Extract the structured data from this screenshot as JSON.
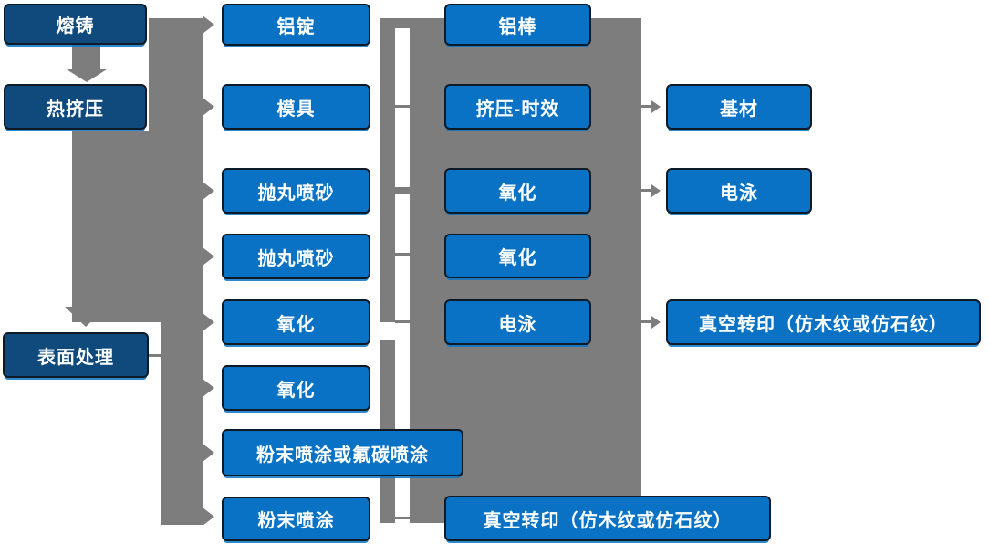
{
  "flowchart": {
    "column1": [
      "熔铸",
      "热挤压",
      "表面处理"
    ],
    "column2": [
      "铝锭",
      "模具",
      "抛丸喷砂",
      "抛丸喷砂",
      "氧化",
      "氧化",
      "粉末喷涂或氟碳喷涂",
      "粉末喷涂"
    ],
    "column3": [
      "铝棒",
      "挤压-时效",
      "氧化",
      "氧化",
      "电泳",
      "真空转印（仿木纹或仿石纹）"
    ],
    "column4": [
      "基材",
      "电泳",
      "真空转印（仿木纹或仿石纹）"
    ]
  },
  "palette": {
    "process_box_blue": "#0a72c4",
    "stage_box_dark_blue": "#10497c",
    "connector_gray": "#7d7d7d",
    "box_border": "#0e1a26",
    "text_color": "#ffffff",
    "background": "#ffffff"
  }
}
